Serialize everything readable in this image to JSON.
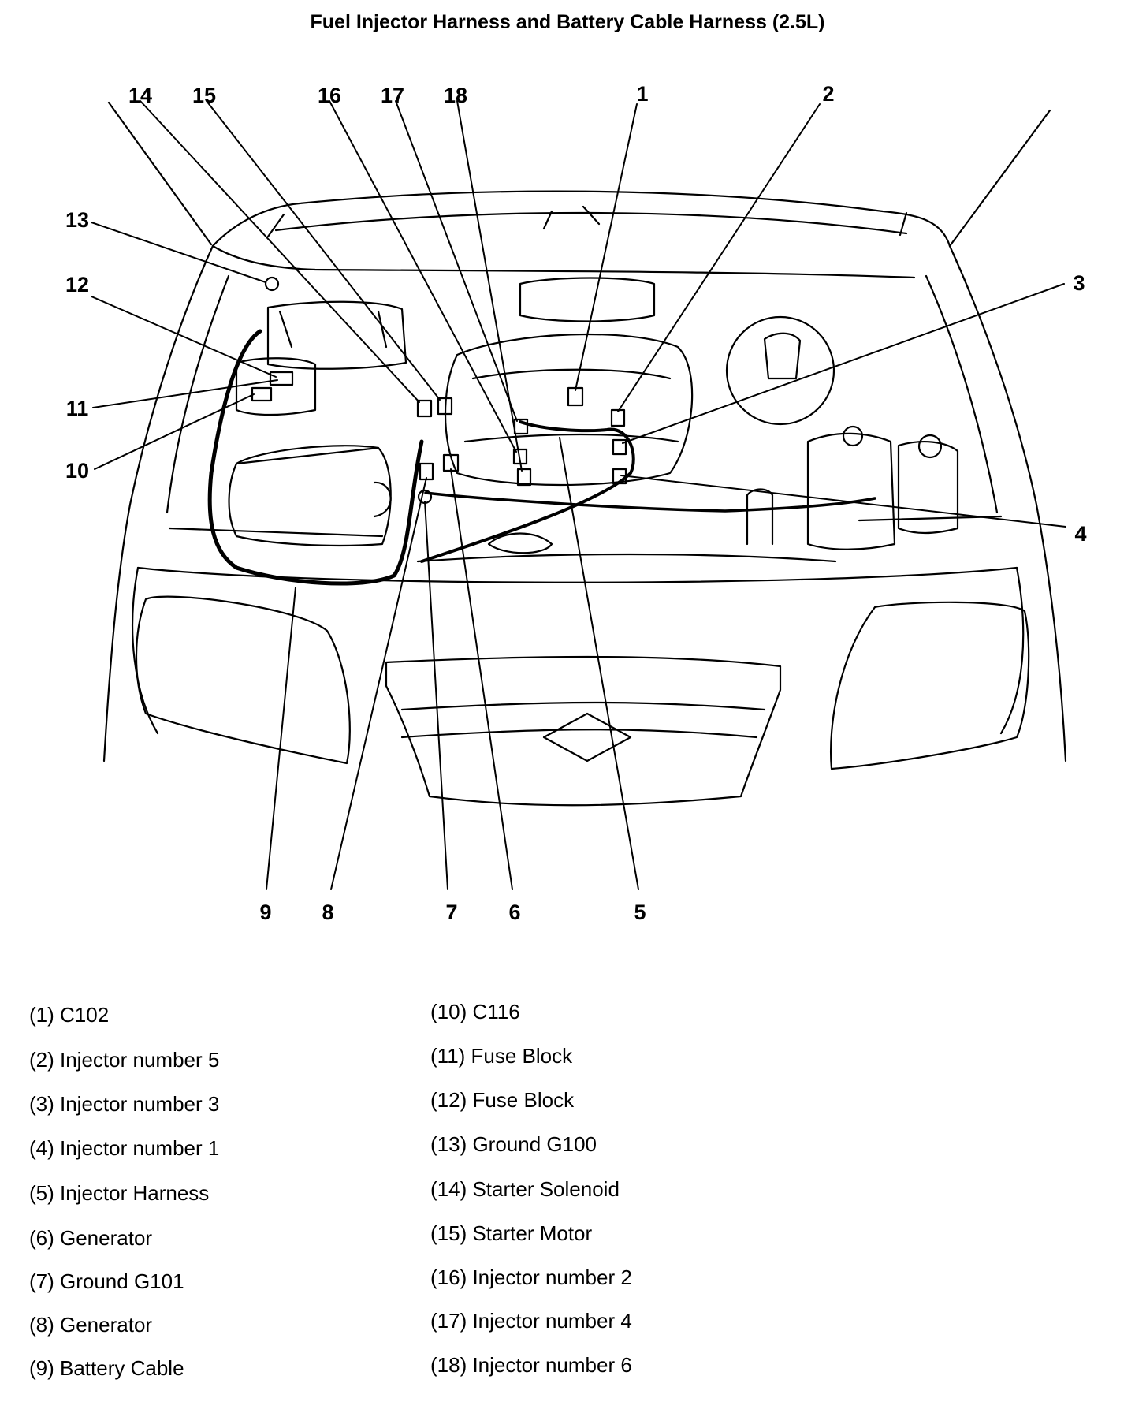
{
  "title": "Fuel Injector Harness and Battery Cable Harness (2.5L)",
  "callouts": [
    "1",
    "2",
    "3",
    "4",
    "5",
    "6",
    "7",
    "8",
    "9",
    "10",
    "11",
    "12",
    "13",
    "14",
    "15",
    "16",
    "17",
    "18"
  ],
  "legend": [
    "(1) C102",
    "(2) Injector number 5",
    "(3) Injector number 3",
    "(4) Injector number 1",
    "(5) Injector Harness",
    "(6) Generator",
    "(7) Ground G101",
    "(8) Generator",
    "(9) Battery Cable",
    "(10) C116",
    "(11) Fuse Block",
    "(12) Fuse Block",
    "(13) Ground G100",
    "(14) Starter Solenoid",
    "(15) Starter Motor",
    "(16) Injector number 2",
    "(17) Injector number 4",
    "(18) Injector number 6"
  ]
}
